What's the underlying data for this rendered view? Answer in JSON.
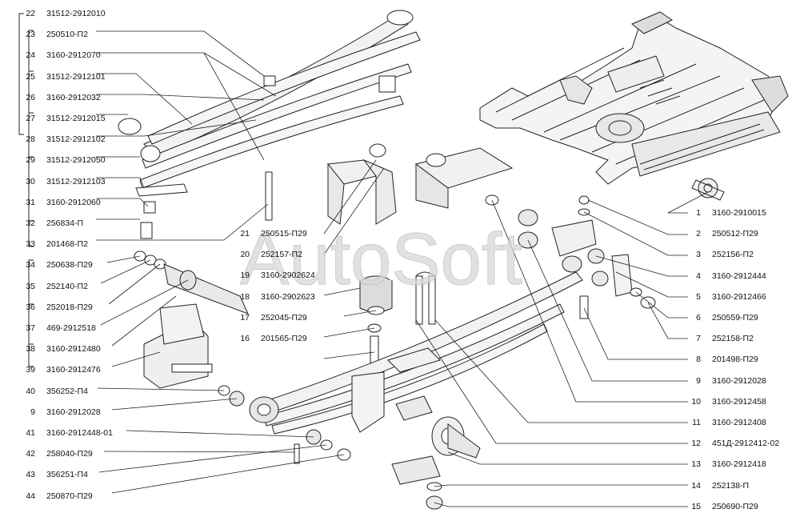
{
  "watermark": "AutoSoft",
  "left_labels": [
    {
      "num": "22",
      "code": "31512-2912010"
    },
    {
      "num": "23",
      "code": "250510-П2"
    },
    {
      "num": "24",
      "code": "3160-2912070"
    },
    {
      "num": "25",
      "code": "31512-2912101"
    },
    {
      "num": "26",
      "code": "3160-2912032"
    },
    {
      "num": "27",
      "code": "31512-2912015"
    },
    {
      "num": "28",
      "code": "31512-2912102"
    },
    {
      "num": "29",
      "code": "31512-2912050"
    },
    {
      "num": "30",
      "code": "31512-2912103"
    },
    {
      "num": "31",
      "code": "3160-2912060"
    },
    {
      "num": "32",
      "code": "256834-П"
    },
    {
      "num": "33",
      "code": "201468-П2"
    },
    {
      "num": "34",
      "code": "250638-П29"
    },
    {
      "num": "35",
      "code": "252140-П2"
    },
    {
      "num": "36",
      "code": "252018-П29"
    },
    {
      "num": "37",
      "code": "469-2912518"
    },
    {
      "num": "38",
      "code": "3160-2912480"
    },
    {
      "num": "39",
      "code": "3160-2912476"
    },
    {
      "num": "40",
      "code": "356252-П4"
    },
    {
      "num": "9",
      "code": "3160-2912028"
    },
    {
      "num": "41",
      "code": "3160-2912448-01"
    },
    {
      "num": "42",
      "code": "258040-П29"
    },
    {
      "num": "43",
      "code": "356251-П4"
    },
    {
      "num": "44",
      "code": "250870-П29"
    }
  ],
  "center_labels": [
    {
      "num": "21",
      "code": "250515-П29"
    },
    {
      "num": "20",
      "code": "252157-П2"
    },
    {
      "num": "19",
      "code": "3160-2902624"
    },
    {
      "num": "18",
      "code": "3160-2902623"
    },
    {
      "num": "17",
      "code": "252045-П29"
    },
    {
      "num": "16",
      "code": "201565-П29"
    }
  ],
  "right_labels": [
    {
      "num": "1",
      "code": "3160-2910015"
    },
    {
      "num": "2",
      "code": "250512-П29"
    },
    {
      "num": "3",
      "code": "252156-П2"
    },
    {
      "num": "4",
      "code": "3160-2912444"
    },
    {
      "num": "5",
      "code": "3160-2912466"
    },
    {
      "num": "6",
      "code": "250559-П29"
    },
    {
      "num": "7",
      "code": "252158-П2"
    },
    {
      "num": "8",
      "code": "201498-П29"
    },
    {
      "num": "9",
      "code": "3160-2912028"
    },
    {
      "num": "10",
      "code": "3160-2912458"
    },
    {
      "num": "11",
      "code": "3160-2912408"
    },
    {
      "num": "12",
      "code": "451Д-2912412-02"
    },
    {
      "num": "13",
      "code": "3160-2912418"
    },
    {
      "num": "14",
      "code": "252138-П"
    },
    {
      "num": "15",
      "code": "250690-П29"
    }
  ]
}
